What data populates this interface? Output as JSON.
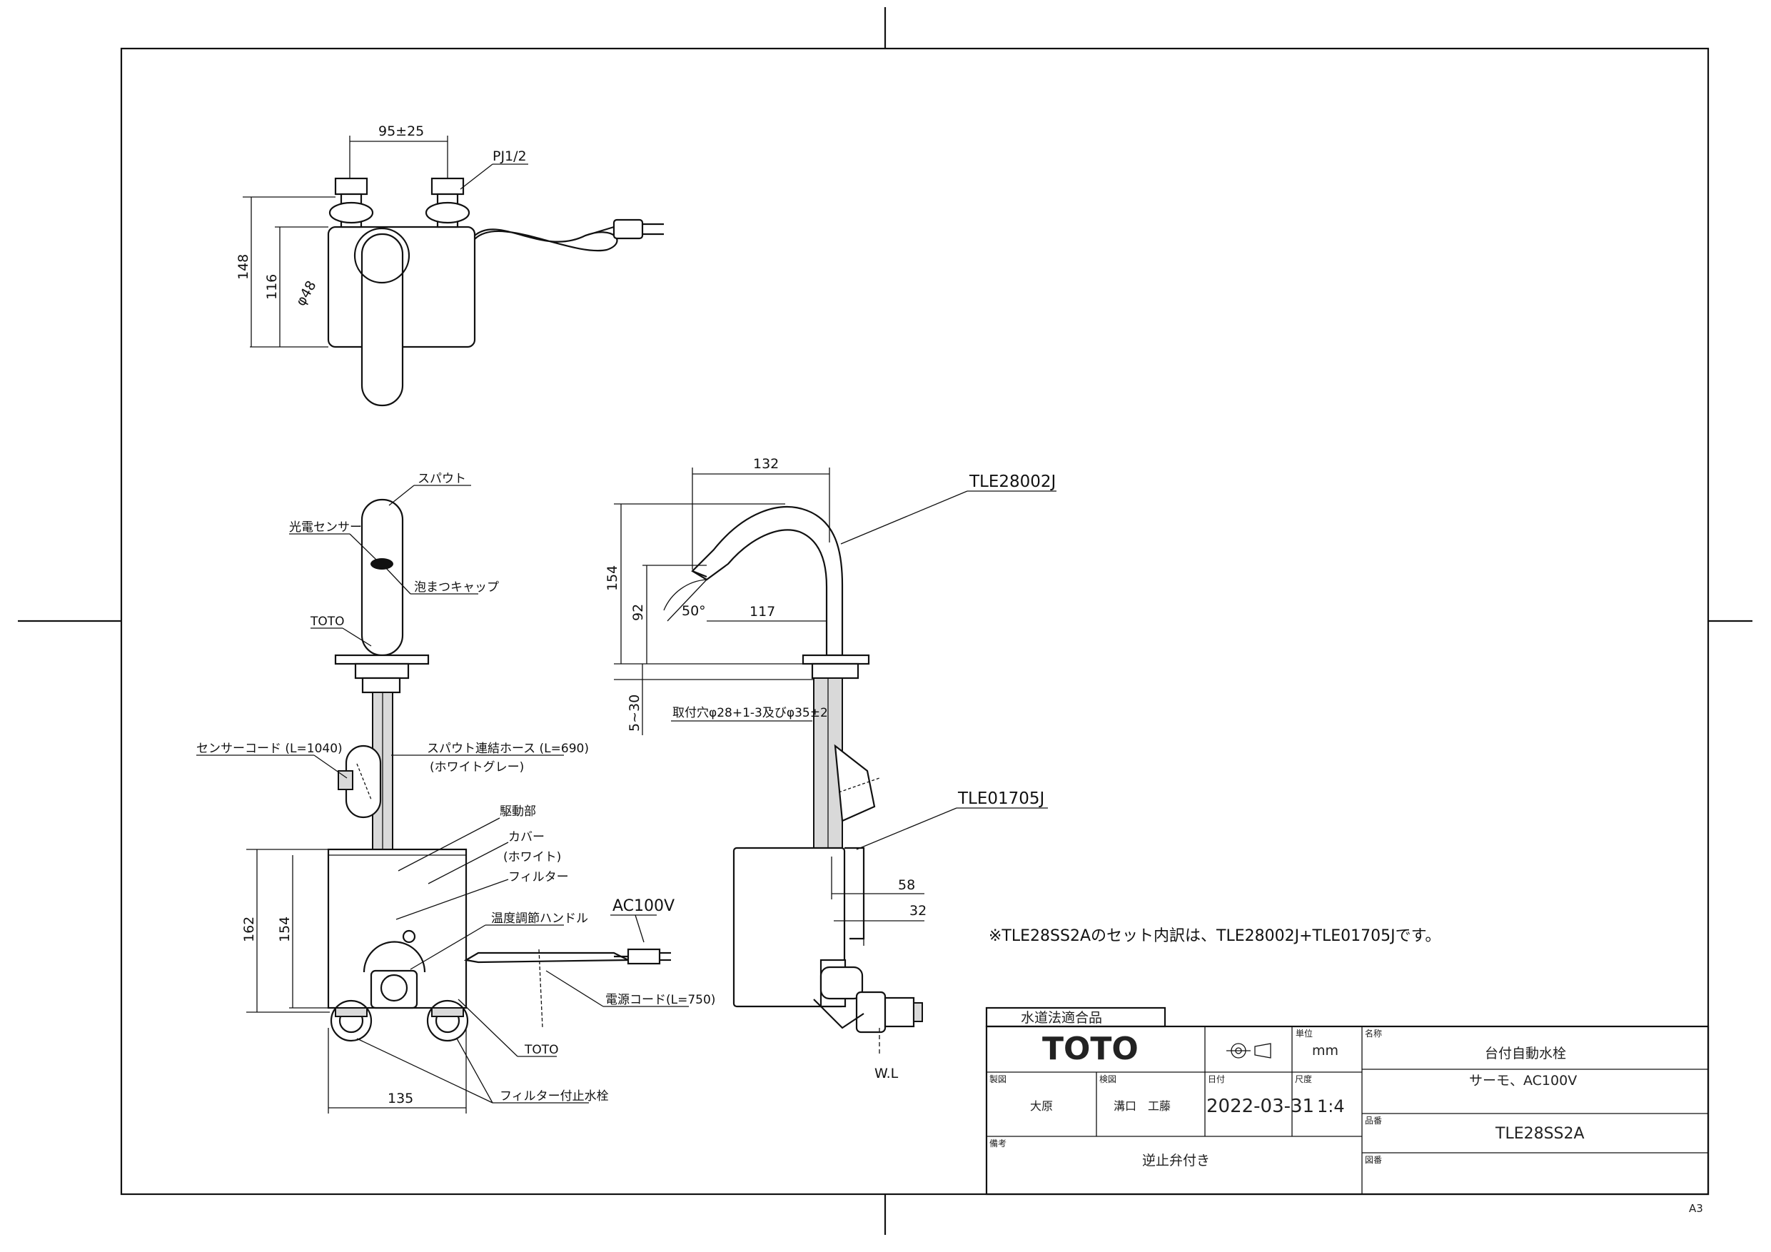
{
  "plan_view": {
    "dim_width": "95±25",
    "dim_height_total": "148",
    "dim_height_body": "116",
    "dim_diameter": "φ48",
    "pipe_thread": "PJ1/2"
  },
  "front_view": {
    "labels": {
      "spout": "スパウト",
      "sensor": "光電センサー",
      "aerator": "泡まつキャップ",
      "brand_mark": "TOTO",
      "sensor_cord": "センサーコード (L=1040)",
      "hose": "スパウト連結ホース (L=690)",
      "hose_color": "(ホワイトグレー)",
      "drive_unit": "駆動部",
      "cover": "カバー",
      "cover_color": "(ホワイト)",
      "filter": "フィルター",
      "temp_handle": "温度調節ハンドル",
      "power_rating": "AC100V",
      "power_cord": "電源コード(L=750)",
      "brand_mark_2": "TOTO",
      "stop_valve": "フィルター付止水栓"
    },
    "dims": {
      "height_total": "162",
      "height_body": "154",
      "width": "135"
    }
  },
  "side_view": {
    "part_spout": "TLE28002J",
    "part_unit": "TLE01705J",
    "dims": {
      "reach": "132",
      "height": "154",
      "outlet_height": "92",
      "angle": "50°",
      "outlet_reach": "117",
      "counter_thickness": "5~30",
      "mount_hole": "取付穴φ28+1-3及びφ35±2",
      "d58": "58",
      "d32": "32",
      "wall_line": "W.L"
    }
  },
  "note": "※TLE28SS2Aのセット内訳は、TLE28002J+TLE01705Jです。",
  "title_block": {
    "compliance": "水道法適合品",
    "logo": "TOTO",
    "unit_label": "単位",
    "unit": "mm",
    "name_label": "名称",
    "product_name": "台付自動水栓",
    "product_spec": "サーモ、AC100V",
    "drawn_label": "製図",
    "drawn_by": "大原",
    "checked_label": "検図",
    "checked_by": "溝口　工藤",
    "date_label": "日付",
    "date": "2022-03-31",
    "scale_label": "尺度",
    "scale": "1:4",
    "model_label": "品番",
    "model": "TLE28SS2A",
    "remarks_label": "備考",
    "remarks": "逆止弁付き",
    "drawing_no_label": "図番",
    "drawing_no": ""
  },
  "sheet_size": "A3"
}
